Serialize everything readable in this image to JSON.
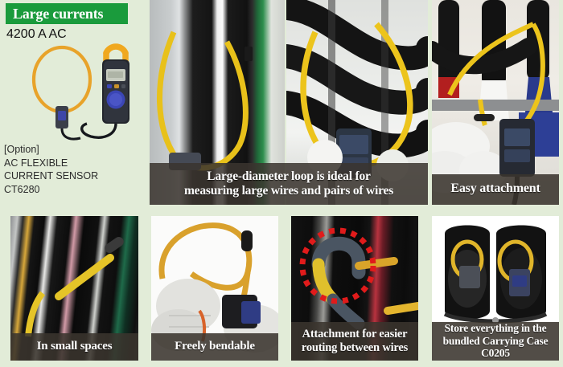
{
  "header": {
    "title": "Large currents",
    "title_bg": "#1a9b3c",
    "subtitle": "4200 A AC"
  },
  "product": {
    "option_label": "[Option]",
    "name_line1": "AC FLEXIBLE",
    "name_line2": "CURRENT SENSOR",
    "model": "CT6280",
    "loop_color": "#e8a32a",
    "body_color": "#2a2d36"
  },
  "page": {
    "background": "#e2ecd8",
    "caption_bg": "#3a342e"
  },
  "panels": {
    "top_group_caption_line1": "Large-diameter loop is ideal for",
    "top_group_caption_line2": "measuring large wires and pairs of wires",
    "top_c_caption": "Easy attachment",
    "bottom": [
      {
        "caption_line1": "In small spaces",
        "caption_line2": ""
      },
      {
        "caption_line1": "Freely bendable",
        "caption_line2": ""
      },
      {
        "caption_line1": "Attachment for easier",
        "caption_line2": "routing between wires"
      },
      {
        "caption_line1": "Store everything in the",
        "caption_line2": "bundled Carrying Case C0205"
      }
    ]
  }
}
